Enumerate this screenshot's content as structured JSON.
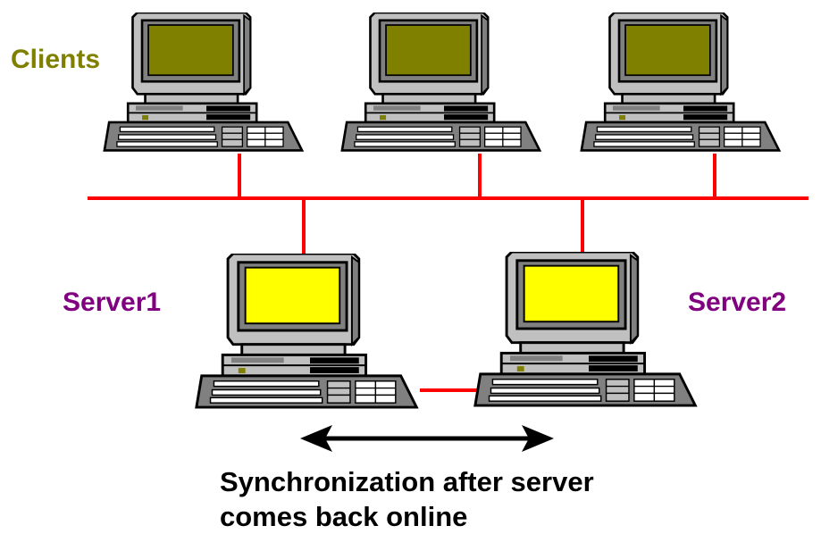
{
  "labels": {
    "clients": "Clients",
    "server1": "Server1",
    "server2": "Server2"
  },
  "caption": {
    "line1": "Synchronization after server",
    "line2": "comes back online"
  },
  "icons": {
    "client": "desktop-computer-icon",
    "server": "desktop-computer-icon",
    "arrow": "double-headed-arrow-icon"
  },
  "colors": {
    "network_line": "#ff0000",
    "client_label": "#808000",
    "server_label": "#800080",
    "client_screen": "#808000",
    "server_screen": "#ffff00",
    "caption": "#000000"
  }
}
